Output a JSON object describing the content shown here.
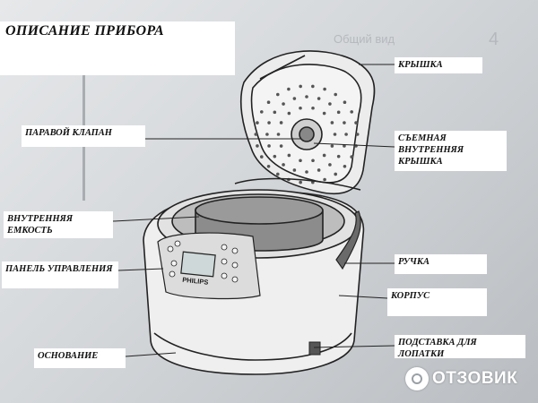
{
  "title": "ОПИСАНИЕ  ПРИБОРА",
  "labels": {
    "lid": "КРЫШКА",
    "steam_valve": "ПАРАВОЙ КЛАПАН",
    "inner_lid": "СЪЕМНАЯ ВНУТРЕННЯЯ КРЫШКА",
    "inner_bowl": "ВНУТРЕННЯЯ ЕМКОСТЬ",
    "handle": "РУЧКА",
    "control_panel": "ПАНЕЛЬ УПРАВЛЕНИЯ",
    "body": "КОРПУС",
    "base": "ОСНОВАНИЕ",
    "spatula_holder": "ПОДСТАВКА ДЛЯ ЛОПАТКИ"
  },
  "brand": "PHILIPS",
  "watermark": "ОТЗОВИК"
}
